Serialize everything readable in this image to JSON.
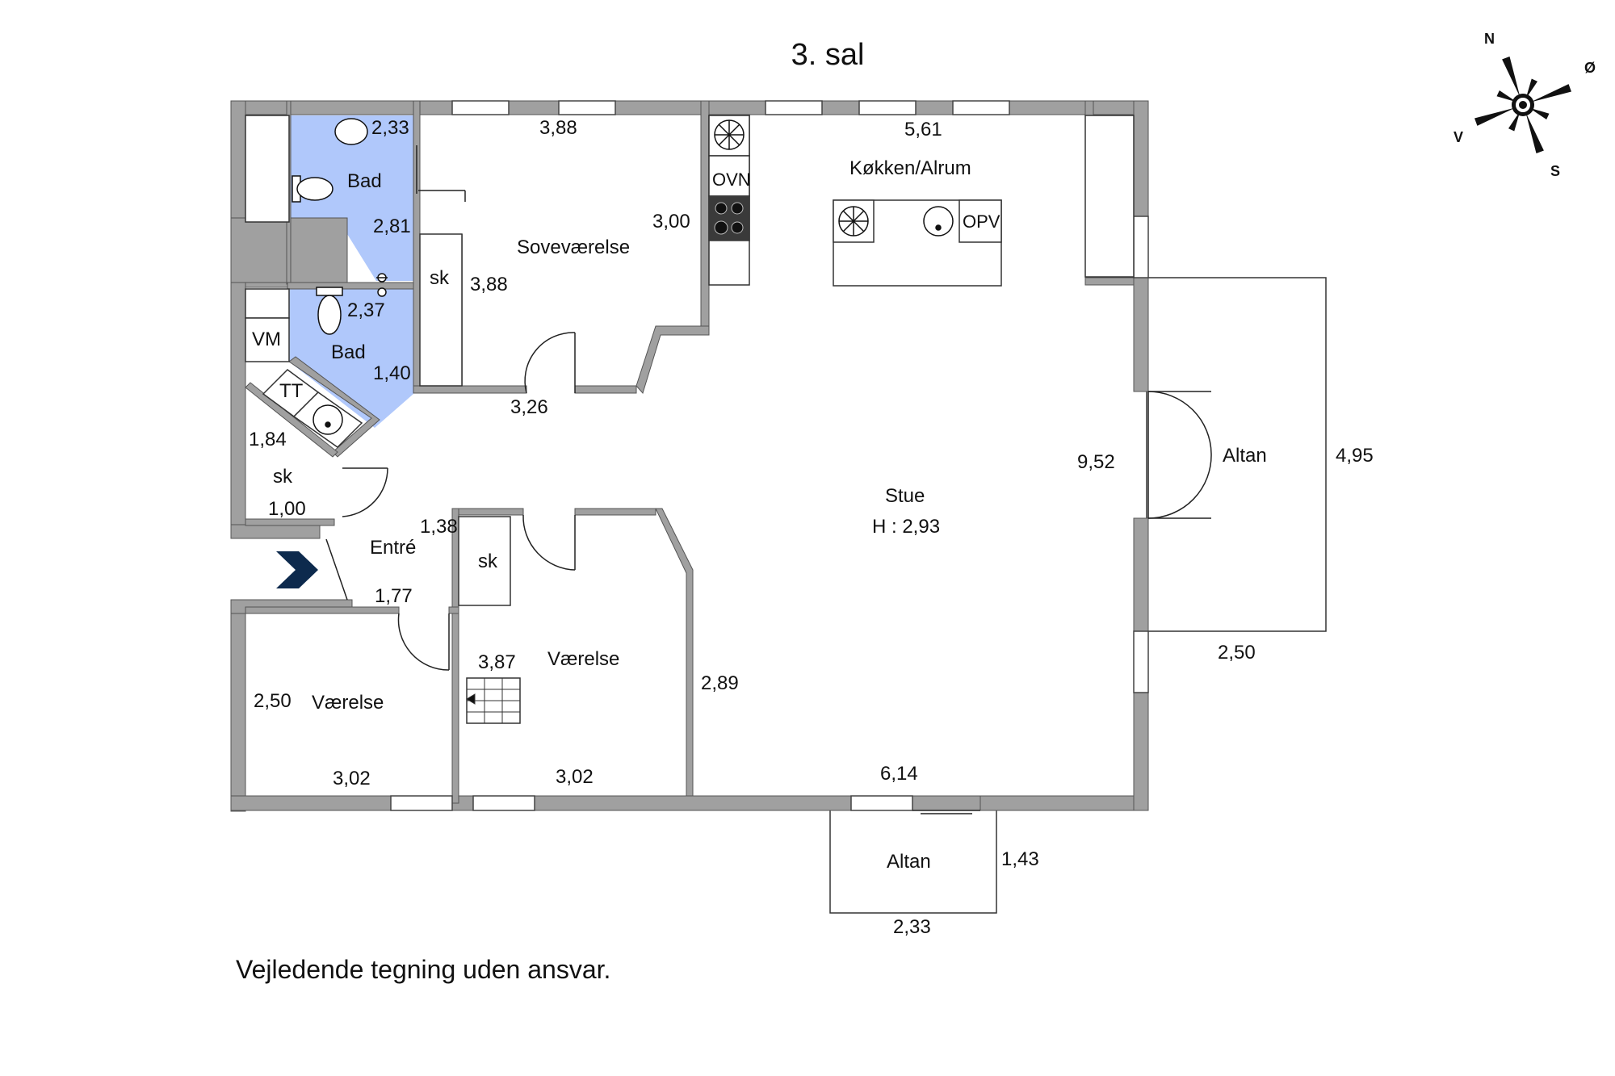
{
  "title": "3. sal",
  "disclaimer": "Vejledende tegning uden ansvar.",
  "compass": {
    "n": "N",
    "e": "Ø",
    "s": "S",
    "w": "V"
  },
  "colors": {
    "wall": "#a0a0a0",
    "bath": "#b0c8fb",
    "entry_arrow": "#0d2a4d"
  },
  "rooms": {
    "bad1": "Bad",
    "bad2": "Bad",
    "bedroom": "Soveværelse",
    "kitchen": "Køkken/Alrum",
    "living": "Stue",
    "living_height": "H : 2,93",
    "entry": "Entré",
    "room_left": "Værelse",
    "room_mid": "Værelse",
    "balcony_east": "Altan",
    "balcony_south": "Altan"
  },
  "fixtures": {
    "closet_bedroom": "sk",
    "closet_entry": "sk",
    "closet_room": "sk",
    "washer": "VM",
    "dryer": "TT",
    "oven": "OVN",
    "dishwasher": "OPV"
  },
  "dimensions": {
    "bad1_w": "2,33",
    "bad1_h": "2,81",
    "bad2_w": "2,37",
    "bad2_h": "1,40",
    "bedroom_w": "3,88",
    "bedroom_d": "3,00",
    "bedroom_h": "3,88",
    "bedroom_bottom": "3,26",
    "kitchen_w": "5,61",
    "living_d": "9,52",
    "living_w": "6,14",
    "closet_h": "1,84",
    "closet_w": "1,00",
    "entry_h": "1,38",
    "entry_w": "1,77",
    "room_left_h": "2,50",
    "room_left_w": "3,02",
    "room_mid_h": "3,87",
    "room_mid_w": "3,02",
    "room_mid_side": "2,89",
    "balcony_east_h": "4,95",
    "balcony_east_w": "2,50",
    "balcony_south_h": "1,43",
    "balcony_south_w": "2,33"
  }
}
